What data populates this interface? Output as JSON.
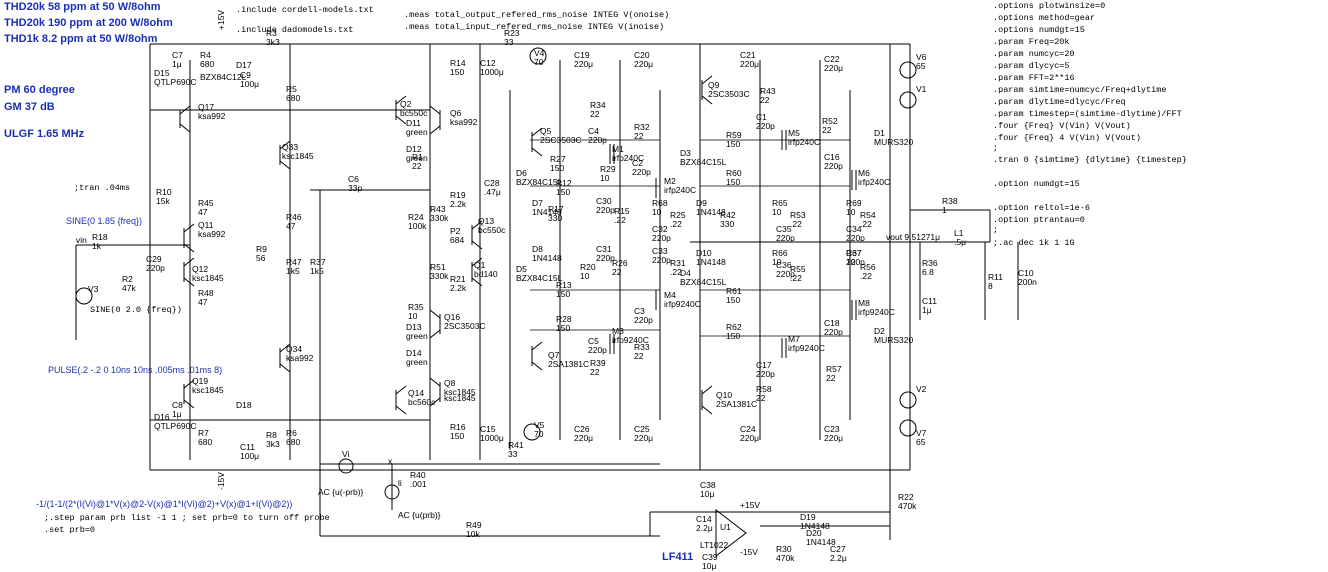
{
  "headline": {
    "thd1": "THD20k 58 ppm at 50 W/8ohm",
    "thd2": "THD20k 190 ppm at 200 W/8ohm",
    "thd3": "THD1k 8.2 ppm at 50 W/8ohm",
    "pm": "PM  60 degree",
    "gm": "GM  37 dB",
    "ulgf": "ULGF 1.65 MHz"
  },
  "includes": [
    ".include cordell-models.txt",
    ".include dadomodels.txt"
  ],
  "meas": [
    ".meas total_output_refered_rms_noise INTEG V(onoise)",
    ".meas total_input_refered_rms_noise INTEG V(inoise)"
  ],
  "options": [
    ".options plotwinsize=0",
    ".options method=gear",
    ".options numdgt=15",
    ".param Freq=20k",
    ".param numcyc=20",
    ".param dlycyc=5",
    ".param FFT=2**16",
    ".param simtime=numcyc/Freq+dlytime",
    ".param dlytime=dlycyc/Freq",
    ".param timestep=(simtime-dlytime)/FFT",
    ".four {Freq} V(Vin) V(Vout)",
    ".four {Freq} 4 V(Vin) V(Vout)",
    ";",
    ".tran 0 {simtime} {dlytime} {timestep}",
    "",
    ".option numdgt=15",
    "",
    ".option reltol=1e-6",
    ".option ptrantau=0",
    ";",
    ";.ac dec 1k 1 1G"
  ],
  "sources": {
    "sine1": "SINE(0 1.85 {freq})",
    "sine2": "SINE(0 2.0 {freq})",
    "pulse": "PULSE(.2 -.2 0 10ns 10ns .005ms .01ms 8)",
    "tran": ";tran .04ms"
  },
  "nets": {
    "vin": "vin",
    "vout": "vout  9.51271μ",
    "vi": "Vi",
    "x": "x",
    "ac1": "AC {u(-prb)}",
    "ac2": "AC {u(prb)}",
    "li": "li",
    "pos15a": "+15V",
    "neg15a": "-15V",
    "pos15b": "+15V",
    "neg15b": "-15V"
  },
  "probe": {
    "expr": "-1/(1-1/(2*(I(Vi)@1*V(x)@2-V(x)@1*I(Vi)@2)+V(x)@1+I(Vi)@2))",
    "step": ";.step param prb list -1 1 ; set prb=0 to turn off probe",
    "set": ".set prb=0"
  },
  "opamp": {
    "ref": "U1",
    "model": "LT1022",
    "name": "LF411"
  },
  "parts": [
    {
      "ref": "C7",
      "val": "1μ"
    },
    {
      "ref": "R4",
      "val": "680"
    },
    {
      "ref": "D15",
      "val": "QTLP690C"
    },
    {
      "ref": "BZX84C12L",
      "val": ""
    },
    {
      "ref": "D17",
      "val": ""
    },
    {
      "ref": "C9",
      "val": "100μ"
    },
    {
      "ref": "R3",
      "val": "3k3"
    },
    {
      "ref": "R5",
      "val": "680"
    },
    {
      "ref": "Q17",
      "val": "ksa992"
    },
    {
      "ref": "Q33",
      "val": "ksc1845"
    },
    {
      "ref": "R10",
      "val": "15k"
    },
    {
      "ref": "R45",
      "val": "47"
    },
    {
      "ref": "Q11",
      "val": "ksa992"
    },
    {
      "ref": "R46",
      "val": "47"
    },
    {
      "ref": "R18",
      "val": "1k"
    },
    {
      "ref": "R2",
      "val": "47k"
    },
    {
      "ref": "C29",
      "val": "220p"
    },
    {
      "ref": "Q12",
      "val": "ksc1845"
    },
    {
      "ref": "R48",
      "val": "47"
    },
    {
      "ref": "R9",
      "val": "56"
    },
    {
      "ref": "R47",
      "val": "1k5"
    },
    {
      "ref": "R37",
      "val": "1k5"
    },
    {
      "ref": "V3",
      "val": ""
    },
    {
      "ref": "Q34",
      "val": "ksa992"
    },
    {
      "ref": "Q19",
      "val": "ksc1845"
    },
    {
      "ref": "C8",
      "val": "1μ"
    },
    {
      "ref": "D16",
      "val": "QTLP690C"
    },
    {
      "ref": "R7",
      "val": "680"
    },
    {
      "ref": "D18",
      "val": ""
    },
    {
      "ref": "C11",
      "val": "100μ"
    },
    {
      "ref": "R8",
      "val": "3k3"
    },
    {
      "ref": "R6",
      "val": "680"
    },
    {
      "ref": "C6",
      "val": "33p"
    },
    {
      "ref": "R14",
      "val": "150"
    },
    {
      "ref": "C12",
      "val": "1000μ"
    },
    {
      "ref": "R23",
      "val": "33"
    },
    {
      "ref": "V4",
      "val": "70"
    },
    {
      "ref": "Q2",
      "val": "bc550c"
    },
    {
      "ref": "Q6",
      "val": "ksa992"
    },
    {
      "ref": "D11",
      "val": "green"
    },
    {
      "ref": "D12",
      "val": "green"
    },
    {
      "ref": "R1",
      "val": "22"
    },
    {
      "ref": "R19",
      "val": "2.2k"
    },
    {
      "ref": "C28",
      "val": ".47μ"
    },
    {
      "ref": "Q13",
      "val": "bc550c"
    },
    {
      "ref": "R24",
      "val": "100k"
    },
    {
      "ref": "R43",
      "val": "330k"
    },
    {
      "ref": "P2",
      "val": "684"
    },
    {
      "ref": "Q1",
      "val": "bd140"
    },
    {
      "ref": "R51",
      "val": "330k"
    },
    {
      "ref": "R21",
      "val": "2.2k"
    },
    {
      "ref": "R35",
      "val": "10"
    },
    {
      "ref": "D13",
      "val": "green"
    },
    {
      "ref": "D14",
      "val": "green"
    },
    {
      "ref": "Q16",
      "val": "2SC3503C"
    },
    {
      "ref": "Q8",
      "val": "ksc1845"
    },
    {
      "ref": "Q14",
      "val": "bc560c"
    },
    {
      "ref": "R16",
      "val": "150"
    },
    {
      "ref": "C15",
      "val": "1000μ"
    },
    {
      "ref": "R41",
      "val": "33"
    },
    {
      "ref": "V5",
      "val": "70"
    },
    {
      "ref": "Q5",
      "val": "2SC3503C"
    },
    {
      "ref": "R27",
      "val": "150"
    },
    {
      "ref": "D6",
      "val": "BZX84C15L"
    },
    {
      "ref": "R12",
      "val": "150"
    },
    {
      "ref": "R17",
      "val": "330"
    },
    {
      "ref": "D7",
      "val": "1N4148"
    },
    {
      "ref": "D8",
      "val": "1N4148"
    },
    {
      "ref": "D5",
      "val": "BZX84C15L"
    },
    {
      "ref": "R13",
      "val": "150"
    },
    {
      "ref": "R28",
      "val": "150"
    },
    {
      "ref": "Q7",
      "val": "2SA1381C"
    },
    {
      "ref": "C19",
      "val": "220μ"
    },
    {
      "ref": "C20",
      "val": "220μ"
    },
    {
      "ref": "R34",
      "val": "22"
    },
    {
      "ref": "C4",
      "val": "220p"
    },
    {
      "ref": "M1",
      "val": "irfp240C"
    },
    {
      "ref": "R29",
      "val": "10"
    },
    {
      "ref": "C2",
      "val": "220p"
    },
    {
      "ref": "R32",
      "val": "22"
    },
    {
      "ref": "M2",
      "val": "irfp240C"
    },
    {
      "ref": "C30",
      "val": "220p"
    },
    {
      "ref": "R15",
      "val": ".22"
    },
    {
      "ref": "C32",
      "val": "220p"
    },
    {
      "ref": "R68",
      "val": "10"
    },
    {
      "ref": "R25",
      "val": ".22"
    },
    {
      "ref": "R20",
      "val": "10"
    },
    {
      "ref": "C31",
      "val": "220p"
    },
    {
      "ref": "R26",
      "val": "22"
    },
    {
      "ref": "C33",
      "val": "220p"
    },
    {
      "ref": "R31",
      "val": ".22"
    },
    {
      "ref": "M4",
      "val": "irfp9240C"
    },
    {
      "ref": "C3",
      "val": "220p"
    },
    {
      "ref": "M3",
      "val": "irfp9240C"
    },
    {
      "ref": "C5",
      "val": "220p"
    },
    {
      "ref": "R33",
      "val": "22"
    },
    {
      "ref": "R39",
      "val": "22"
    },
    {
      "ref": "C26",
      "val": "220μ"
    },
    {
      "ref": "C25",
      "val": "220μ"
    },
    {
      "ref": "Q9",
      "val": "2SC3503C"
    },
    {
      "ref": "C21",
      "val": "220μ"
    },
    {
      "ref": "R43b",
      "val": "22"
    },
    {
      "ref": "C1",
      "val": "220p"
    },
    {
      "ref": "M5",
      "val": "irfp240C"
    },
    {
      "ref": "R59",
      "val": "150"
    },
    {
      "ref": "D3",
      "val": "BZX84C15L"
    },
    {
      "ref": "R60",
      "val": "150"
    },
    {
      "ref": "D9",
      "val": "1N4148"
    },
    {
      "ref": "R42",
      "val": "330"
    },
    {
      "ref": "D10",
      "val": "1N4148"
    },
    {
      "ref": "D4",
      "val": "BZX84C15L"
    },
    {
      "ref": "R61",
      "val": "150"
    },
    {
      "ref": "R62",
      "val": "150"
    },
    {
      "ref": "M7",
      "val": "irfp9240C"
    },
    {
      "ref": "C17",
      "val": "220p"
    },
    {
      "ref": "R58",
      "val": "22"
    },
    {
      "ref": "Q10",
      "val": "2SA1381C"
    },
    {
      "ref": "C24",
      "val": "220μ"
    },
    {
      "ref": "C22",
      "val": "220μ"
    },
    {
      "ref": "R52",
      "val": "22"
    },
    {
      "ref": "C16",
      "val": "220p"
    },
    {
      "ref": "M6",
      "val": "irfp240C"
    },
    {
      "ref": "R65",
      "val": "10"
    },
    {
      "ref": "C35",
      "val": "220p"
    },
    {
      "ref": "R53",
      "val": ".22"
    },
    {
      "ref": "R69",
      "val": "10"
    },
    {
      "ref": "C34",
      "val": "220p"
    },
    {
      "ref": "R54",
      "val": ".22"
    },
    {
      "ref": "R66",
      "val": "10"
    },
    {
      "ref": "C36",
      "val": "220p"
    },
    {
      "ref": "R55",
      "val": ".22"
    },
    {
      "ref": "R67",
      "val": "10"
    },
    {
      "ref": "C37",
      "val": "220p"
    },
    {
      "ref": "R56",
      "val": ".22"
    },
    {
      "ref": "M8",
      "val": "irfp9240C"
    },
    {
      "ref": "C18",
      "val": "220p"
    },
    {
      "ref": "R57",
      "val": "22"
    },
    {
      "ref": "C23",
      "val": "220μ"
    },
    {
      "ref": "V6",
      "val": "65"
    },
    {
      "ref": "V1",
      "val": ""
    },
    {
      "ref": "D1",
      "val": "MURS320"
    },
    {
      "ref": "D2",
      "val": "MURS320"
    },
    {
      "ref": "V2",
      "val": ""
    },
    {
      "ref": "V7",
      "val": "65"
    },
    {
      "ref": "R38",
      "val": "1"
    },
    {
      "ref": "L1",
      "val": ".5μ"
    },
    {
      "ref": "R36",
      "val": "6.8"
    },
    {
      "ref": "C11b",
      "val": "1μ"
    },
    {
      "ref": "R11",
      "val": "8"
    },
    {
      "ref": "C10",
      "val": "200n"
    },
    {
      "ref": "R22",
      "val": "470k"
    },
    {
      "ref": "R40",
      "val": ".001"
    },
    {
      "ref": "R49",
      "val": "10k"
    },
    {
      "ref": "C38",
      "val": "10μ"
    },
    {
      "ref": "C14",
      "val": "2.2μ"
    },
    {
      "ref": "D19",
      "val": "1N4148"
    },
    {
      "ref": "D20",
      "val": "1N4148"
    },
    {
      "ref": "C39",
      "val": "10μ"
    },
    {
      "ref": "R30",
      "val": "470k"
    },
    {
      "ref": "C27",
      "val": "2.2μ"
    },
    {
      "ref": "V_Q",
      "val": "ksc1845"
    }
  ]
}
